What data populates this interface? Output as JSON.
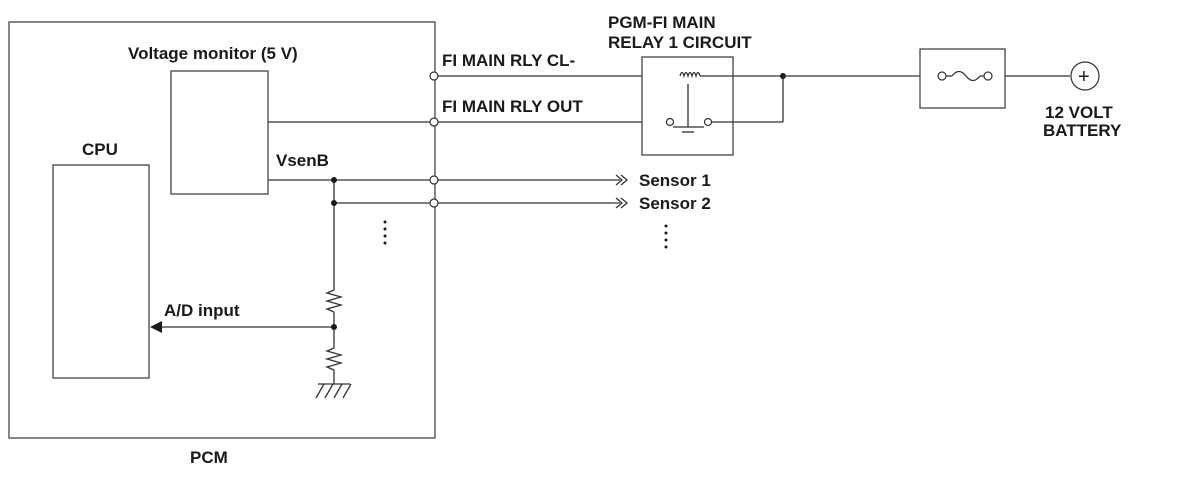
{
  "labels": {
    "pcm": "PCM",
    "cpu": "CPU",
    "voltage_monitor": "Voltage monitor (5 V)",
    "vsenb": "VsenB",
    "ad_input": "A/D input",
    "fi_main_rly_cl": "FI MAIN RLY CL-",
    "fi_main_rly_out": "FI MAIN RLY OUT",
    "relay_title_line1": "PGM-FI MAIN",
    "relay_title_line2": "RELAY 1 CIRCUIT",
    "sensor1": "Sensor 1",
    "sensor2": "Sensor 2",
    "battery_line1": "12 VOLT",
    "battery_line2": "BATTERY",
    "battery_plus": "+"
  },
  "icons": [
    "fuse-icon",
    "relay-coil-icon",
    "relay-switch-icon",
    "resistor-icon",
    "ground-icon",
    "battery-icon",
    "connector-arrow-icon"
  ]
}
